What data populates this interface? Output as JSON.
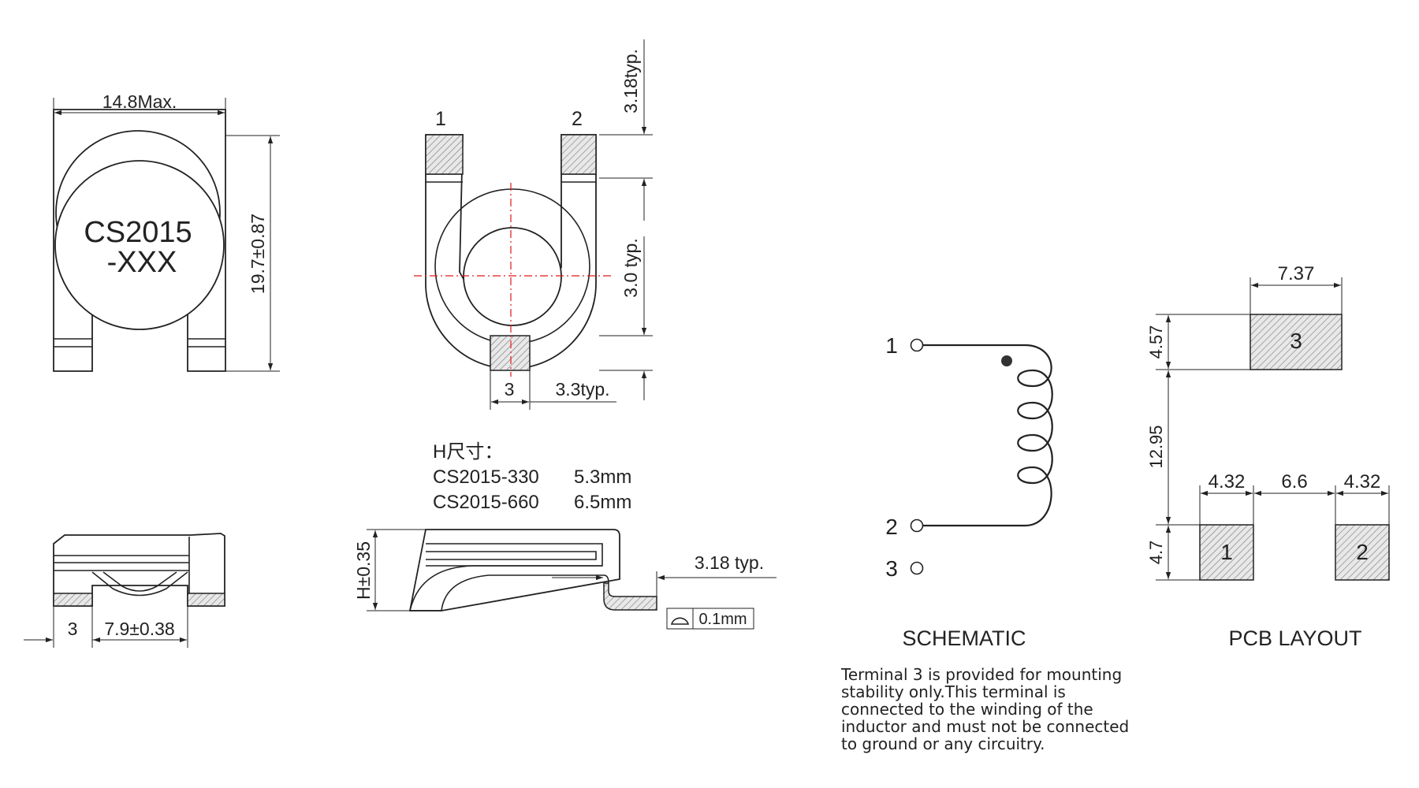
{
  "top_view": {
    "marking_line1": "CS2015",
    "marking_line2": "-XXX",
    "width_dim": "14.8Max.",
    "height_dim": "19.7±0.87"
  },
  "bottom_left_view": {
    "dim_terminal": "3",
    "dim_length": "7.9±0.38"
  },
  "front_view": {
    "pin1": "1",
    "pin2": "2",
    "pin3": "3",
    "dim_lead": "3.18typ.",
    "dim_core": "3.0 typ.",
    "dim_width": "3.3typ."
  },
  "h_table": {
    "title": "H尺寸：",
    "rows": [
      {
        "part": "CS2015-330",
        "value": "5.3mm"
      },
      {
        "part": "CS2015-660",
        "value": "6.5mm"
      }
    ]
  },
  "side_view": {
    "height_dim": "H±0.35",
    "lead_dim": "3.18 typ.",
    "flatness": "0.1mm"
  },
  "schematic": {
    "pin1": "1",
    "pin2": "2",
    "pin3": "3",
    "title": "SCHEMATIC",
    "note_lines": [
      "Terminal 3 is provided for mounting",
      "stability only.This terminal is",
      "connected to the winding of the",
      "inductor and must not be connected",
      "to ground or any circuitry."
    ]
  },
  "pcb_layout": {
    "title": "PCB LAYOUT",
    "pad3_label": "3",
    "pad1_label": "1",
    "pad2_label": "2",
    "dim_top_width": "7.37",
    "dim_top_height": "4.57",
    "dim_gap_vertical": "12.95",
    "dim_pad_left_width": "4.32",
    "dim_pad_gap": "6.6",
    "dim_pad_right_width": "4.32",
    "dim_bottom_height": "4.7"
  }
}
